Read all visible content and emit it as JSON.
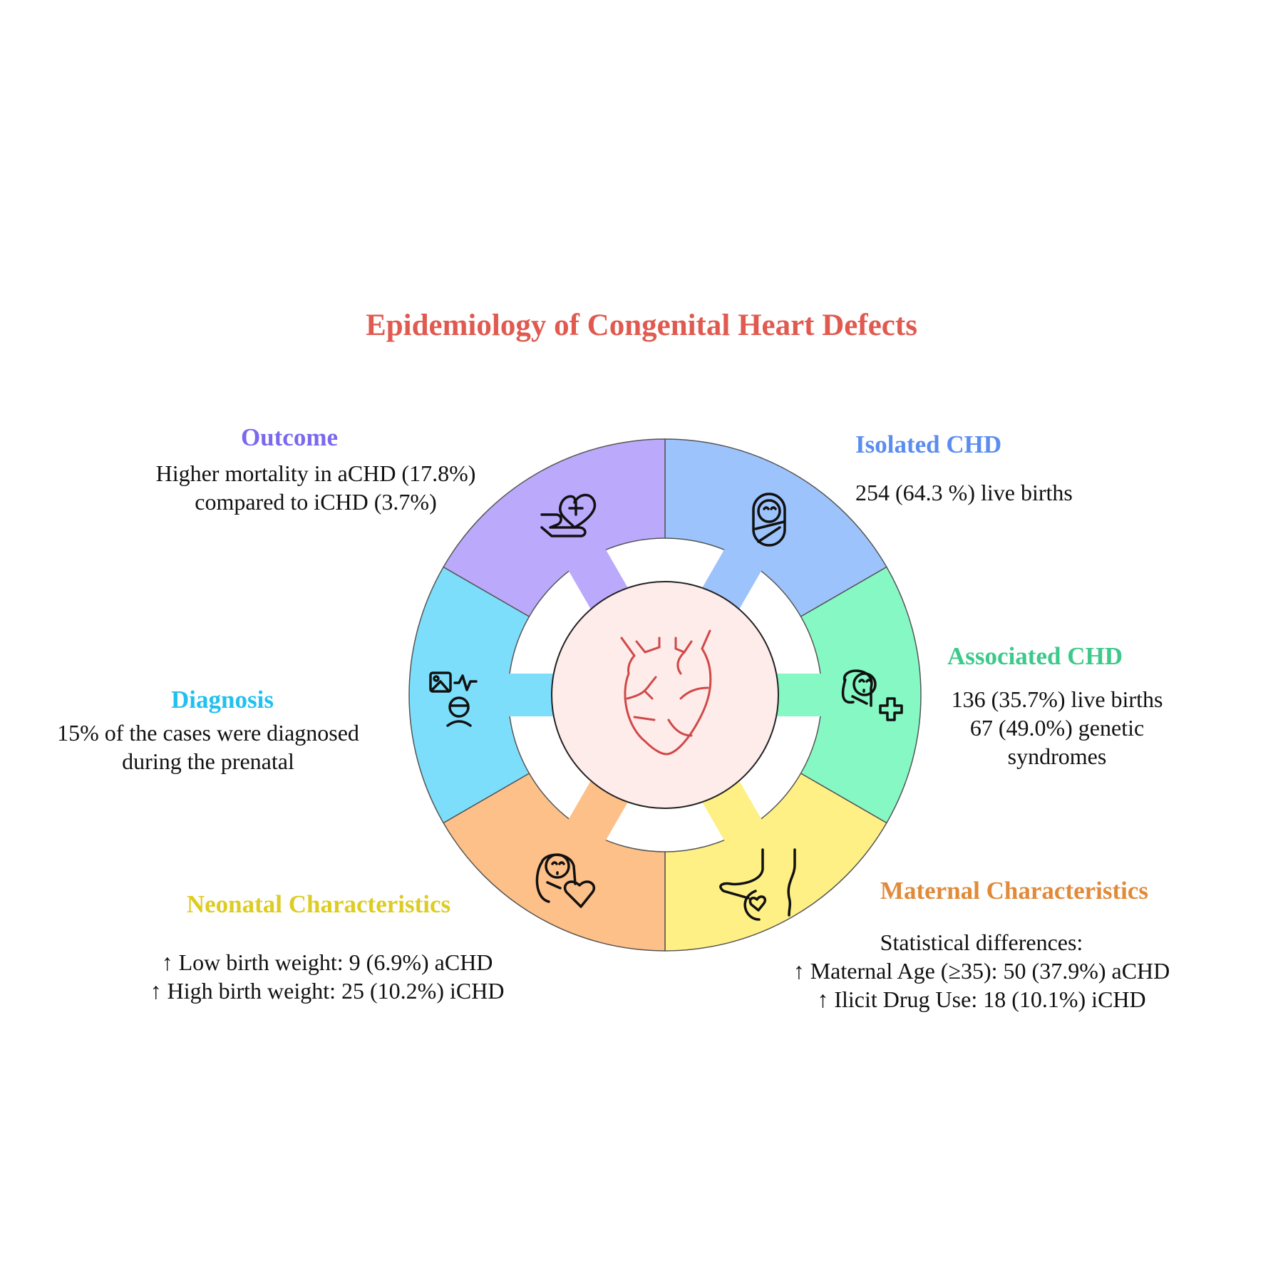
{
  "title": "Epidemiology of Congenital Heart Defects",
  "colors": {
    "title": "#E05A50",
    "center": "#FDECEA",
    "heart": "#D04848"
  },
  "sections": {
    "outcome": {
      "title": "Outcome",
      "color": "#7B68EE",
      "fill": "#BBA9FC",
      "lines": [
        "Higher mortality in aCHD (17.8%)",
        "compared to iCHD (3.7%)"
      ]
    },
    "isolated": {
      "title": "Isolated CHD",
      "color": "#5B8DEF",
      "fill": "#9DC3FC",
      "lines": [
        "254 (64.3 %) live births"
      ]
    },
    "associated": {
      "title": "Associated CHD",
      "color": "#3CC98A",
      "fill": "#86F8C4",
      "lines": [
        "136 (35.7%) live births",
        "67 (49.0%)  genetic",
        "syndromes"
      ]
    },
    "maternal": {
      "title": "Maternal Characteristics",
      "color": "#E08A3A",
      "fill": "#FEF085",
      "lines": [
        "Statistical differences:",
        "↑ Maternal Age (≥35): 50 (37.9%) aCHD",
        "↑ Ilicit Drug Use: 18 (10.1%) iCHD"
      ]
    },
    "neonatal": {
      "title": "Neonatal Characteristics",
      "color": "#DDCC22",
      "fill": "#FDC088",
      "lines": [
        "↑ Low birth weight: 9 (6.9%) aCHD",
        "↑ High birth weight: 25 (10.2%) iCHD"
      ]
    },
    "diagnosis": {
      "title": "Diagnosis",
      "color": "#22C0F0",
      "fill": "#7DDEFC",
      "lines": [
        "15% of the cases were diagnosed",
        "during the prenatal"
      ]
    }
  },
  "icons": {
    "outcome": "hand-heart-plus-icon",
    "isolated": "swaddled-baby-icon",
    "associated": "baby-medical-cross-icon",
    "maternal": "pregnant-belly-heart-icon",
    "neonatal": "baby-heart-icon",
    "diagnosis": "ultrasound-monitor-icon",
    "center": "anatomical-heart-icon"
  }
}
